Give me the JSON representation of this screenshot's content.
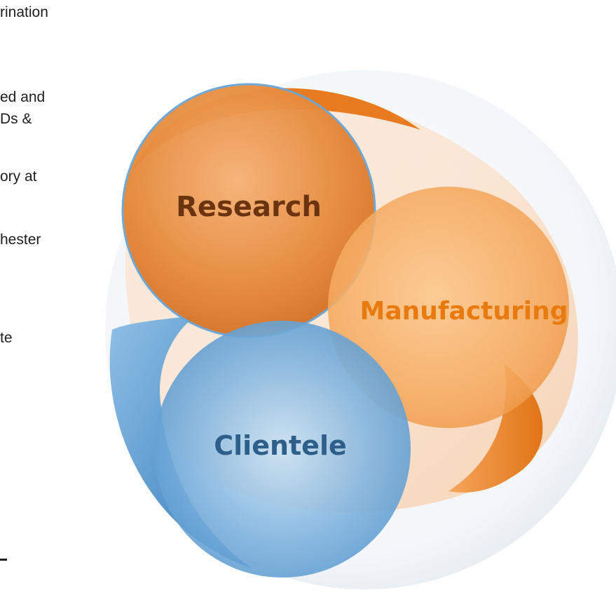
{
  "left_text": [
    "rination",
    "ed and",
    "Ds &",
    "ory at",
    "hester",
    "te"
  ],
  "diagram": {
    "circles": [
      {
        "label": "Research",
        "color": "#e07a2c",
        "label_color": "#6b3410"
      },
      {
        "label": "Manufacturing",
        "color": "#f2a657",
        "label_color": "#e87a10"
      },
      {
        "label": "Clientele",
        "color": "#5d9fd3",
        "label_color": "#2d5f8a"
      }
    ]
  }
}
